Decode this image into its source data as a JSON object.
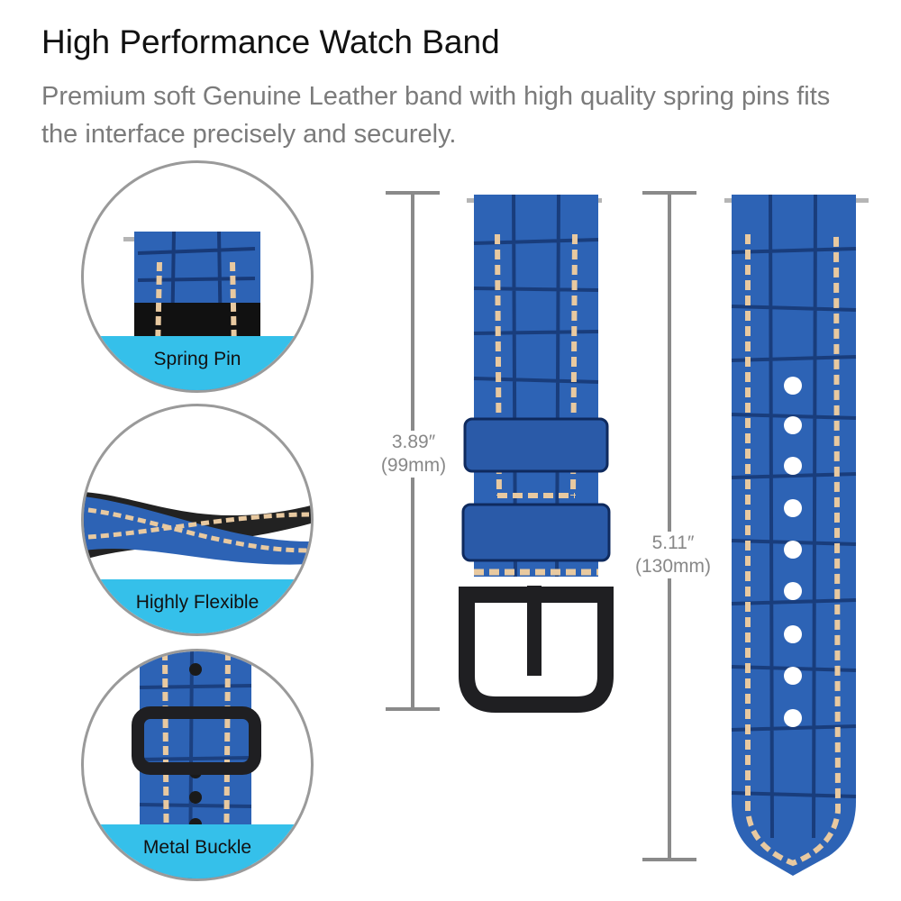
{
  "heading": "High Performance Watch Band",
  "description": "Premium soft Genuine Leather band with high quality spring pins fits the interface precisely and securely.",
  "features": [
    {
      "label": "Spring Pin"
    },
    {
      "label": "Highly Flexible"
    },
    {
      "label": "Metal Buckle"
    }
  ],
  "dimensions": {
    "short_strap": {
      "inches": "3.89″",
      "mm": "(99mm)"
    },
    "long_strap": {
      "inches": "5.11″",
      "mm": "(130mm)"
    }
  },
  "colors": {
    "accent": "#35c0ea",
    "leather": "#2d63b5",
    "stitch": "#e8c9a0",
    "buckle": "#1f1f22"
  }
}
